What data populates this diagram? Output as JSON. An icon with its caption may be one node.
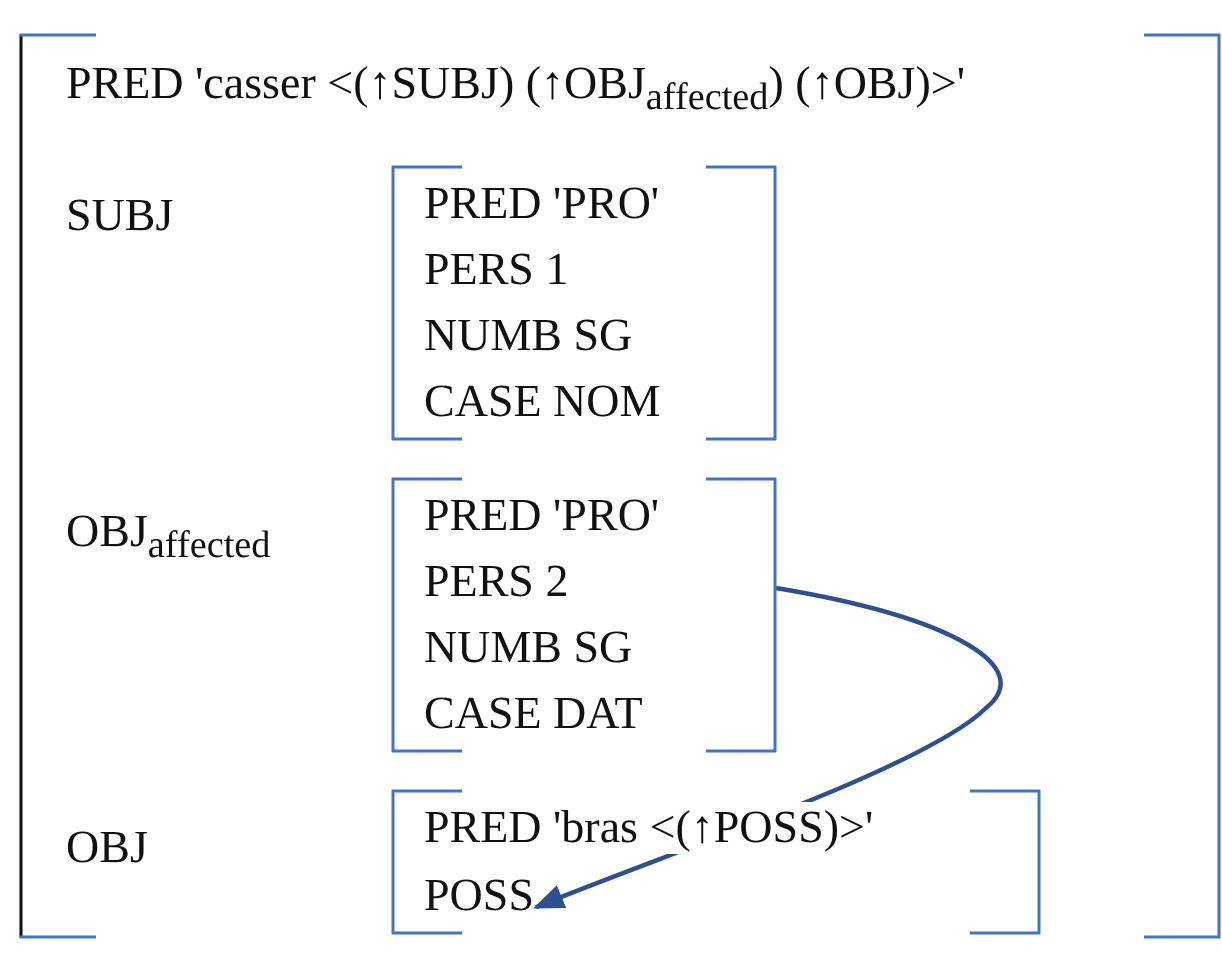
{
  "diagram": {
    "nodes": [
      {
        "text": [
          "PRED 'casser <(↑SUBJ) (↑OBJ$_{affected}$) (↑OBJ)>'",
          "SUBJ",
          "OBJ$_{affected}$",
          "OBJ"
        ]
      },
      {
        "text": [
          "PRED 'PRO'",
          "PERS 1",
          "NUMB SG",
          "CASE NOM"
        ],
        "in": 0
      },
      {
        "text": [
          "PRED 'PRO'",
          "PERS 2",
          "NUMB SG",
          "CASE DAT"
        ],
        "in": 0
      },
      {
        "text": [
          "PRED 'bras <(↑POSS)>'"
        ],
        "in": 0
      },
      {
        "text": [
          "POSS"
        ],
        "in": 3
      }
    ],
    "edges": [
      {
        "from": 2,
        "to": 4,
        "arrow": "to"
      }
    ]
  }
}
